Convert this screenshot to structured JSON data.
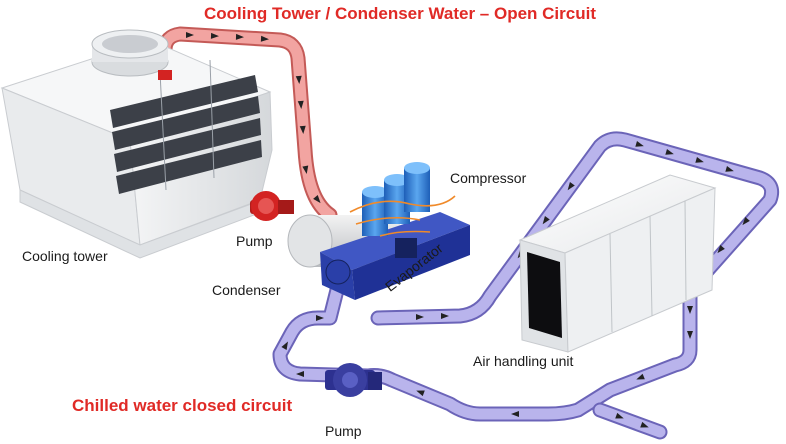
{
  "titles": {
    "condenser_circuit": "Cooling Tower / Condenser Water – Open Circuit",
    "chilled_circuit": "Chilled water closed circuit"
  },
  "labels": {
    "cooling_tower": "Cooling tower",
    "pump_condenser": "Pump",
    "condenser": "Condenser",
    "compressor": "Compressor",
    "evaporator": "Evaporator",
    "air_handling_unit": "Air handling unit",
    "pump_chilled": "Pump"
  },
  "colors": {
    "title_red": "#e02a26",
    "condenser_water": "#f2a4a1",
    "condenser_water_edge": "#c45a57",
    "chilled_water": "#b9b4ec",
    "chilled_water_edge": "#6b64b8",
    "chiller_blue": "#2a3fa8",
    "compressor_blue": "#2f7fd6",
    "pump_red": "#d32322",
    "pump_blue": "#3a3fa0"
  }
}
